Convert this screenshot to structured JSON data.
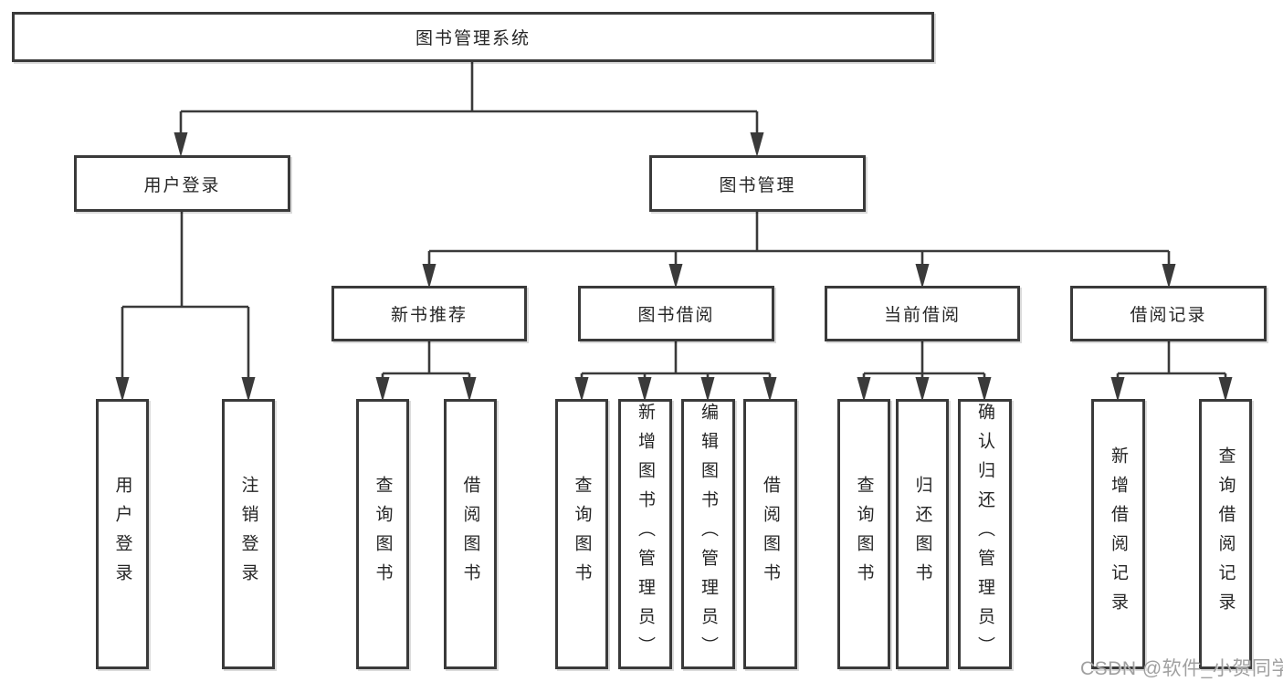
{
  "diagram": {
    "root": {
      "label": "图书管理系统"
    },
    "branches": [
      {
        "label": "用户登录",
        "children": [
          {
            "label": "用户登录"
          },
          {
            "label": "注销登录"
          }
        ]
      },
      {
        "label": "图书管理",
        "children": [
          {
            "label": "新书推荐",
            "children": [
              {
                "label": "查询图书"
              },
              {
                "label": "借阅图书"
              }
            ]
          },
          {
            "label": "图书借阅",
            "children": [
              {
                "label": "查询图书"
              },
              {
                "label": "新增图书（管理员）"
              },
              {
                "label": "编辑图书（管理员）"
              },
              {
                "label": "借阅图书"
              }
            ]
          },
          {
            "label": "当前借阅",
            "children": [
              {
                "label": "查询图书"
              },
              {
                "label": "归还图书"
              },
              {
                "label": "确认归还（管理员）"
              }
            ]
          },
          {
            "label": "借阅记录",
            "children": [
              {
                "label": "新增借阅记录"
              },
              {
                "label": "查询借阅记录"
              }
            ]
          }
        ]
      }
    ],
    "watermark": "CSDN @软件_小贺同学"
  },
  "colors": {
    "line": "#3a3a3a",
    "text": "#262626",
    "background": "#ffffff",
    "watermark": "#a0a0a0"
  }
}
